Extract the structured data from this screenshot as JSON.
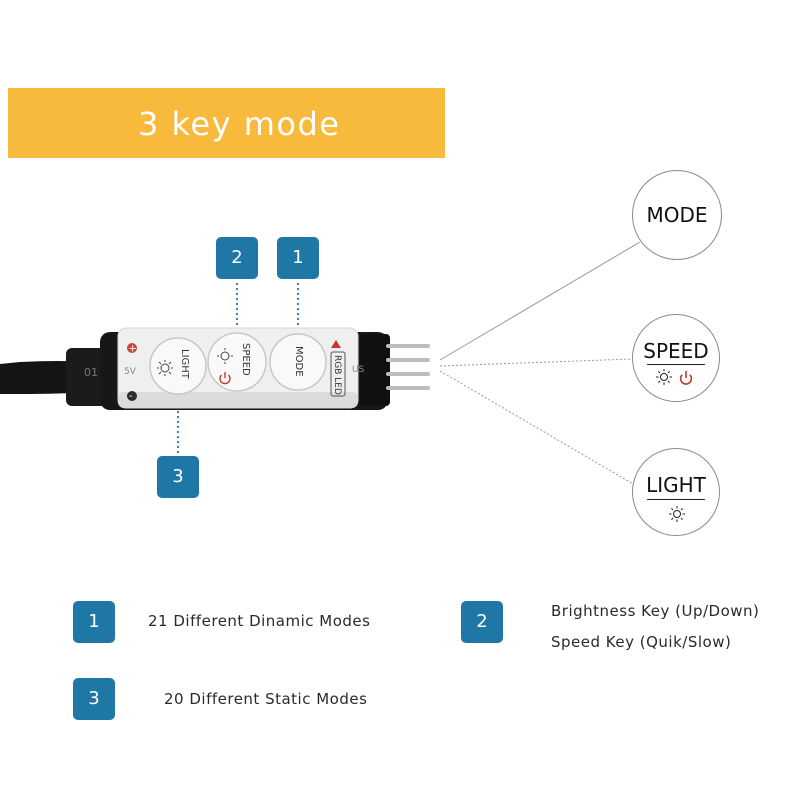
{
  "banner": {
    "title": "3 key mode"
  },
  "callouts": [
    {
      "number": "1",
      "target": "MODE"
    },
    {
      "number": "2",
      "target": "SPEED"
    },
    {
      "number": "3",
      "target": "LIGHT"
    }
  ],
  "device": {
    "buttons": [
      "LIGHT",
      "SPEED",
      "MODE"
    ],
    "label": "RGB LED",
    "side_text": "01",
    "voltage": "5V",
    "plus": "+",
    "minus": "-",
    "corner_text": "US"
  },
  "bubbles": [
    {
      "label": "MODE"
    },
    {
      "label": "SPEED",
      "icons": [
        "sun-icon",
        "power-icon"
      ]
    },
    {
      "label": "LIGHT",
      "icons": [
        "sun-icon"
      ]
    }
  ],
  "legend": [
    {
      "number": "1",
      "lines": [
        "21 Different Dinamic Modes"
      ]
    },
    {
      "number": "2",
      "lines": [
        "Brightness Key (Up/Down)",
        "Speed Key (Quik/Slow)"
      ]
    },
    {
      "number": "3",
      "lines": [
        "20 Different Static Modes"
      ]
    }
  ],
  "colors": {
    "banner": "#f8ba3c",
    "badge": "#1f77a5",
    "power_icon": "#c0392b"
  }
}
